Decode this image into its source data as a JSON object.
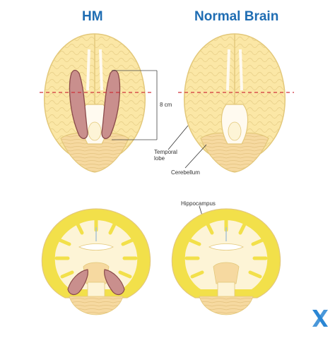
{
  "titles": {
    "hm": "HM",
    "normal": "Normal Brain"
  },
  "labels": {
    "measure": "8 cm",
    "temporal": "Temporal",
    "lobe": "lobe",
    "cerebellum": "Cerebellum",
    "hippocampus": "Hippocampus"
  },
  "colors": {
    "brain_fill": "#fbe7a6",
    "brain_outline": "#e3c87a",
    "gyri_line": "#e8cf88",
    "white_matter": "#fdf4d6",
    "gray_matter": "#f2e04a",
    "cerebellum": "#f6d9a0",
    "lesion": "#c98f8d",
    "lesion_outline": "#8a4a4a",
    "title": "#1f6db3",
    "dashed_line": "#d0323a",
    "logo": "#2a86d4"
  },
  "logo": {
    "icon": "x-brand-icon"
  }
}
